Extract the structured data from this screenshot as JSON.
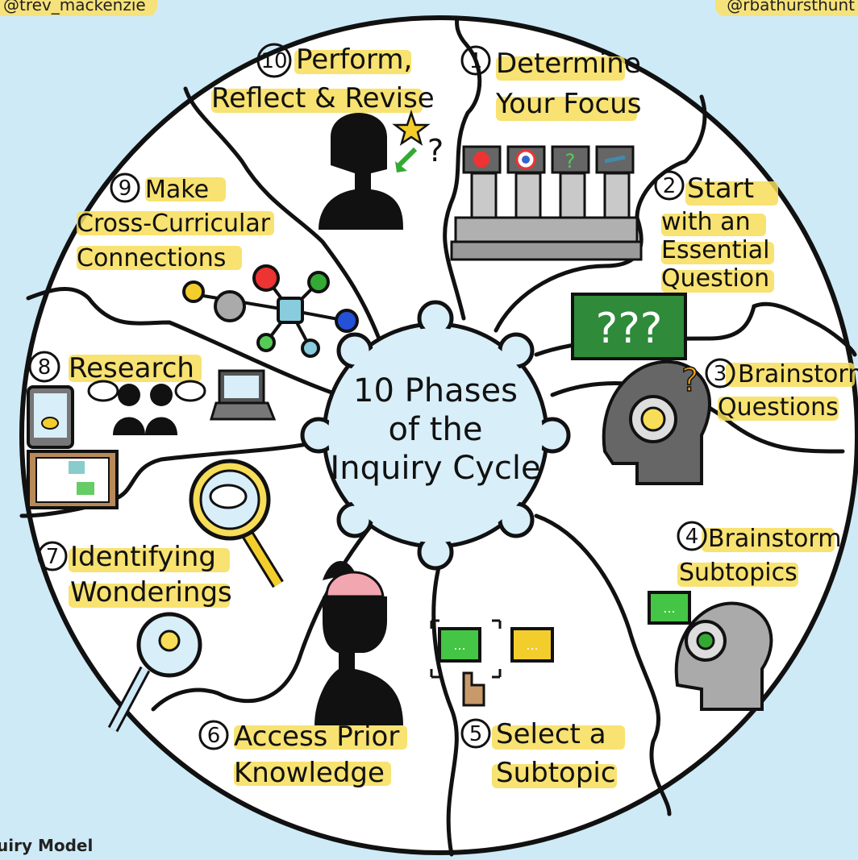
{
  "credits": {
    "left_handle": "@trev_mackenzie",
    "right_handle": "@rbathursthunt",
    "footer": "uiry Model"
  },
  "center": {
    "line1": "10 Phases",
    "line2": "of the",
    "line3": "Inquiry Cycle"
  },
  "phases": [
    {
      "num": "1",
      "lines": [
        "Determine",
        "Your Focus"
      ]
    },
    {
      "num": "2",
      "lines": [
        "Start",
        "with an",
        "Essential",
        "Question"
      ]
    },
    {
      "num": "3",
      "lines": [
        "Brainstorm",
        "Questions"
      ]
    },
    {
      "num": "4",
      "lines": [
        "Brainstorm",
        "Subtopics"
      ]
    },
    {
      "num": "5",
      "lines": [
        "Select a",
        "Subtopic"
      ]
    },
    {
      "num": "6",
      "lines": [
        "Access Prior",
        "Knowledge"
      ]
    },
    {
      "num": "7",
      "lines": [
        "Identifying",
        "Wonderings"
      ]
    },
    {
      "num": "8",
      "lines": [
        "Research"
      ]
    },
    {
      "num": "9",
      "lines": [
        "Make",
        "Cross-Curricular",
        "Connections"
      ]
    },
    {
      "num": "10",
      "lines": [
        "Perform,",
        "Reflect & Revise"
      ]
    }
  ],
  "board_text": "???",
  "colors": {
    "background": "#cfeaf7",
    "circle_fill": "#ffffff",
    "center_fill": "#d8eef8",
    "highlight": "#f7dd58",
    "outline": "#111111"
  },
  "icons": [
    "pillars-icon",
    "chalkboard-icon",
    "head-gear-icon",
    "chat-gear-icon",
    "select-chat-icon",
    "head-brain-icon",
    "magnifier-bulb-icon",
    "magnifier-cloud-icon",
    "research-people-icon",
    "network-icon",
    "person-star-icon"
  ]
}
